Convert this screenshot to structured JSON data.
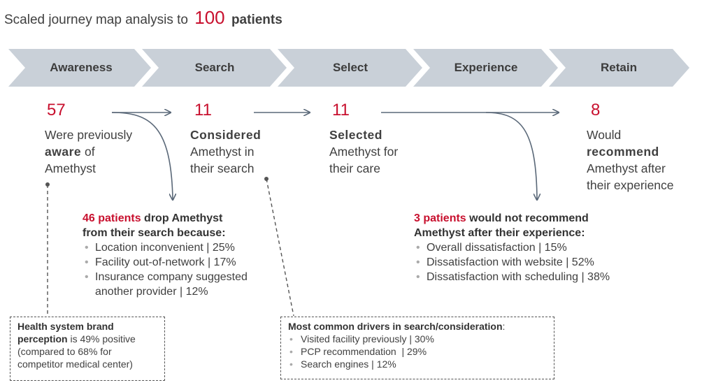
{
  "title": {
    "prefix": "Scaled journey map analysis to",
    "number": "100",
    "suffix": "patients"
  },
  "stages": [
    {
      "label": "Awareness"
    },
    {
      "label": "Search"
    },
    {
      "label": "Select"
    },
    {
      "label": "Experience"
    },
    {
      "label": "Retain"
    }
  ],
  "metrics": [
    {
      "number": "57",
      "line1_pre": "Were previously",
      "bold": "aware",
      "line2_post": " of",
      "line3": "Amethyst"
    },
    {
      "number": "11",
      "bold": "Considered",
      "line2": "Amethyst in",
      "line3": "their search"
    },
    {
      "number": "11",
      "bold": "Selected",
      "line2": "Amethyst for",
      "line3": "their care"
    },
    {
      "number": "8",
      "line1": "Would",
      "bold": "recommend",
      "line3": "Amethyst after",
      "line4": "their experience"
    }
  ],
  "search_drop": {
    "red": "46 patients",
    "hdr1": " drop Amethyst",
    "hdr2": "from their search because:",
    "reasons": [
      "Location inconvenient | 25%",
      "Facility out-of-network | 17%",
      "Insurance company suggested",
      "another provider | 12%"
    ]
  },
  "experience_drop": {
    "red": "3 patients",
    "hdr1": " would not recommend",
    "hdr2": "Amethyst after their experience:",
    "reasons": [
      "Overall dissatisfaction | 15%",
      "Dissatisfaction with website | 52%",
      "Dissatisfaction with scheduling | 38%"
    ]
  },
  "brand_box": {
    "bold1": "Health system brand",
    "bold2": "perception",
    "rest2": " is 49% positive",
    "line3": "(compared to 68% for",
    "line4": "competitor medical center)"
  },
  "drivers_box": {
    "title": "Most common drivers in search/consideration",
    "colon": ":",
    "items": [
      "Visited facility previously | 30%",
      "PCP recommendation  | 29%",
      "Search engines | 12%"
    ]
  },
  "colors": {
    "accent_red": "#c8102e",
    "chevron_gray": "#c9d0d8",
    "text": "#404040"
  }
}
